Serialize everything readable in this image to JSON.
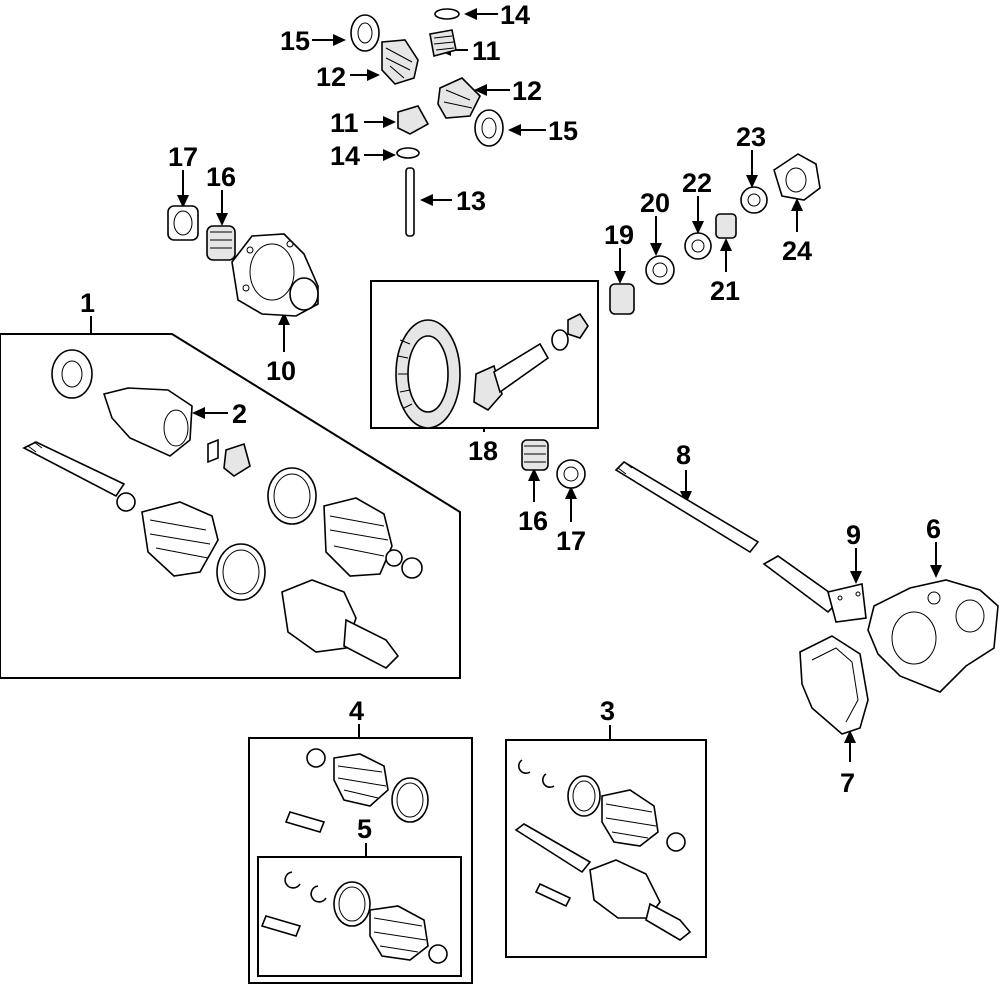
{
  "callouts": {
    "c1": "1",
    "c2": "2",
    "c3": "3",
    "c4": "4",
    "c5": "5",
    "c6": "6",
    "c7": "7",
    "c8": "8",
    "c9": "9",
    "c10": "10",
    "c11a": "11",
    "c11b": "11",
    "c12a": "12",
    "c12b": "12",
    "c13": "13",
    "c14a": "14",
    "c14b": "14",
    "c15a": "15",
    "c15b": "15",
    "c16a": "16",
    "c16b": "16",
    "c17a": "17",
    "c17b": "17",
    "c18": "18",
    "c19": "19",
    "c20": "20",
    "c21": "21",
    "c22": "22",
    "c23": "23",
    "c24": "24"
  }
}
